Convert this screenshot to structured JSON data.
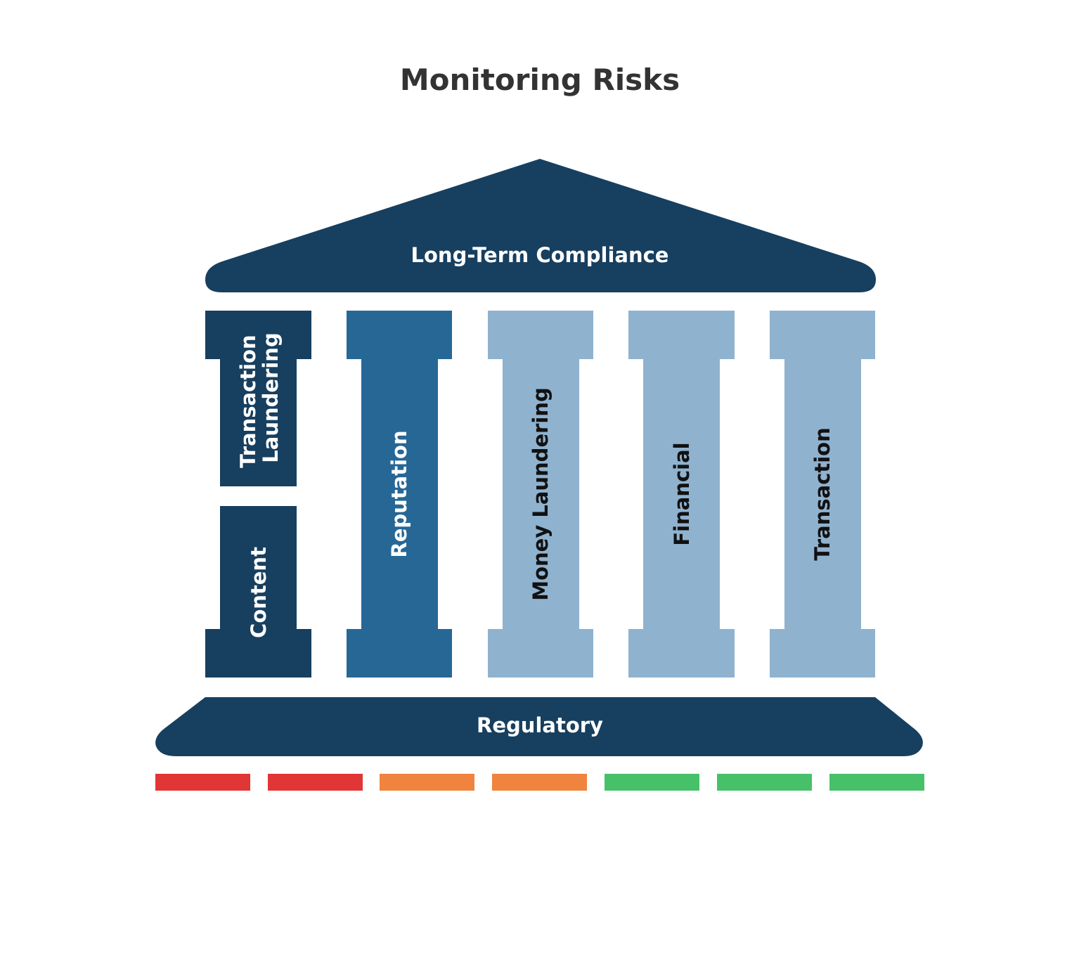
{
  "title": "Monitoring Risks",
  "roof": {
    "label": "Long-Term Compliance",
    "color": "#173f5f"
  },
  "base": {
    "label": "Regulatory",
    "color": "#173f5f"
  },
  "pillars": [
    {
      "name": "pillar-transaction-laundering",
      "lines": [
        "Transaction",
        "Laundering"
      ],
      "color": "#173f5f",
      "text_color": "#ffffff"
    },
    {
      "name": "pillar-content",
      "lines": [
        "Content"
      ],
      "color": "#173f5f",
      "text_color": "#ffffff"
    },
    {
      "name": "pillar-reputation",
      "lines": [
        "Reputation"
      ],
      "color": "#266796",
      "text_color": "#ffffff"
    },
    {
      "name": "pillar-money-laundering",
      "lines": [
        "Money Laundering"
      ],
      "color": "#8fb2cf",
      "text_color": "#111111"
    },
    {
      "name": "pillar-financial",
      "lines": [
        "Financial"
      ],
      "color": "#8fb2cf",
      "text_color": "#111111"
    },
    {
      "name": "pillar-transaction",
      "lines": [
        "Transaction"
      ],
      "color": "#8fb2cf",
      "text_color": "#111111"
    }
  ],
  "risk_scale": [
    "#e23535",
    "#e23535",
    "#f0833d",
    "#f0833d",
    "#46c16a",
    "#46c16a",
    "#46c16a"
  ],
  "colors": {
    "title": "#333333",
    "background": "#ffffff"
  }
}
